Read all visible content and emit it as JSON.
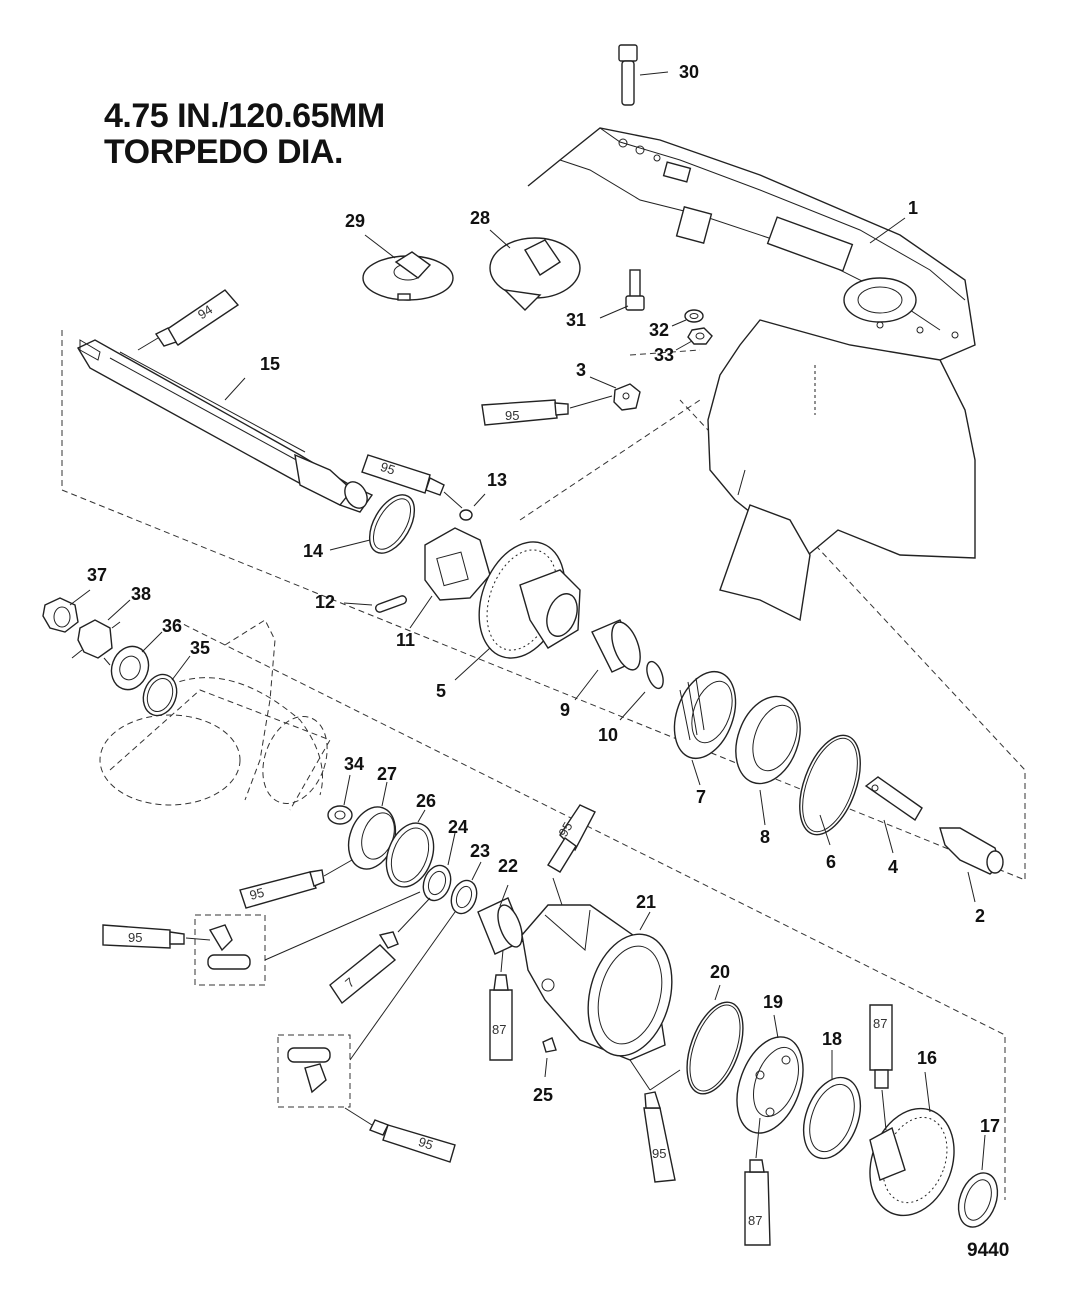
{
  "title": {
    "line1": "4.75 IN./120.65MM",
    "line2": "TORPEDO DIA."
  },
  "figure_number": "9440",
  "callouts": {
    "c1": "1",
    "c2": "2",
    "c3": "3",
    "c4": "4",
    "c5": "5",
    "c6": "6",
    "c7": "7",
    "c8": "8",
    "c9": "9",
    "c10": "10",
    "c11": "11",
    "c12": "12",
    "c13": "13",
    "c14": "14",
    "c15": "15",
    "c16": "16",
    "c17": "17",
    "c18": "18",
    "c19": "19",
    "c20": "20",
    "c21": "21",
    "c22": "22",
    "c23": "23",
    "c24": "24",
    "c25": "25",
    "c26": "26",
    "c27": "27",
    "c28": "28",
    "c29": "29",
    "c30": "30",
    "c31": "31",
    "c32": "32",
    "c33": "33",
    "c34": "34",
    "c35": "35",
    "c36": "36",
    "c37": "37",
    "c38": "38"
  },
  "lubricant_tubes": {
    "t94": "94",
    "t95a": "95",
    "t95b": "95",
    "t95c": "95",
    "t95d": "95",
    "t95e": "95",
    "t95f": "95",
    "t95g": "95",
    "t7": "7",
    "t87a": "87",
    "t87b": "87",
    "t87c": "87"
  }
}
